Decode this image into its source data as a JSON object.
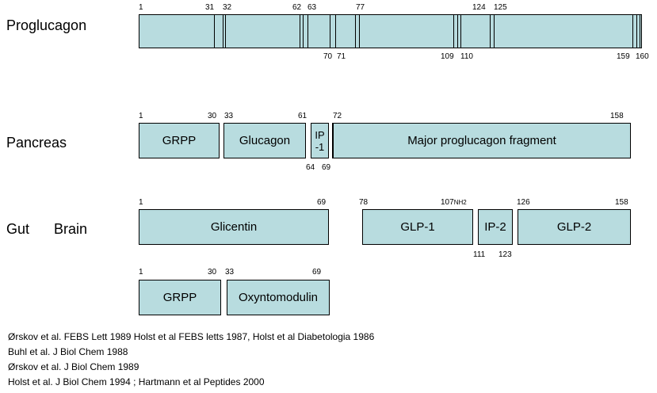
{
  "rows": {
    "proglucagon": "Proglucagon",
    "pancreas": "Pancreas",
    "gut": "Gut",
    "brain": "Brain"
  },
  "proglucagon_numbers_top": [
    "1",
    "31",
    "32",
    "62",
    "63",
    "77",
    "124",
    "125"
  ],
  "proglucagon_numbers_bottom": [
    "70",
    "71",
    "109",
    "110",
    "159",
    "160"
  ],
  "pancreas": {
    "grpp": "GRPP",
    "glucagon": "Glucagon",
    "ip1_line1": "IP",
    "ip1_line2": "-1",
    "major": "Major proglucagon fragment",
    "nums_top": [
      "1",
      "30",
      "33",
      "61",
      "72",
      "158"
    ],
    "nums_bottom": [
      "64",
      "69"
    ]
  },
  "gut": {
    "glicentin": "Glicentin",
    "glp1": "GLP-1",
    "ip2": "IP-2",
    "glp2": "GLP-2",
    "nums_top": [
      "1",
      "69",
      "78",
      "107",
      "126",
      "158"
    ],
    "nh2": "NH2",
    "nums_bottom": [
      "111",
      "123"
    ]
  },
  "oxm": {
    "grpp": "GRPP",
    "oxyntomodulin": "Oxyntomodulin",
    "nums_top": [
      "1",
      "30",
      "33",
      "69"
    ]
  },
  "references": [
    "Ørskov et al. FEBS Lett 1989  Holst et al FEBS letts 1987, Holst et al Diabetologia  1986",
    "Buhl et al. J Biol Chem 1988",
    "Ørskov et al. J Biol Chem 1989",
    "Holst et al. J Biol Chem 1994  ;  Hartmann et al Peptides 2000"
  ]
}
